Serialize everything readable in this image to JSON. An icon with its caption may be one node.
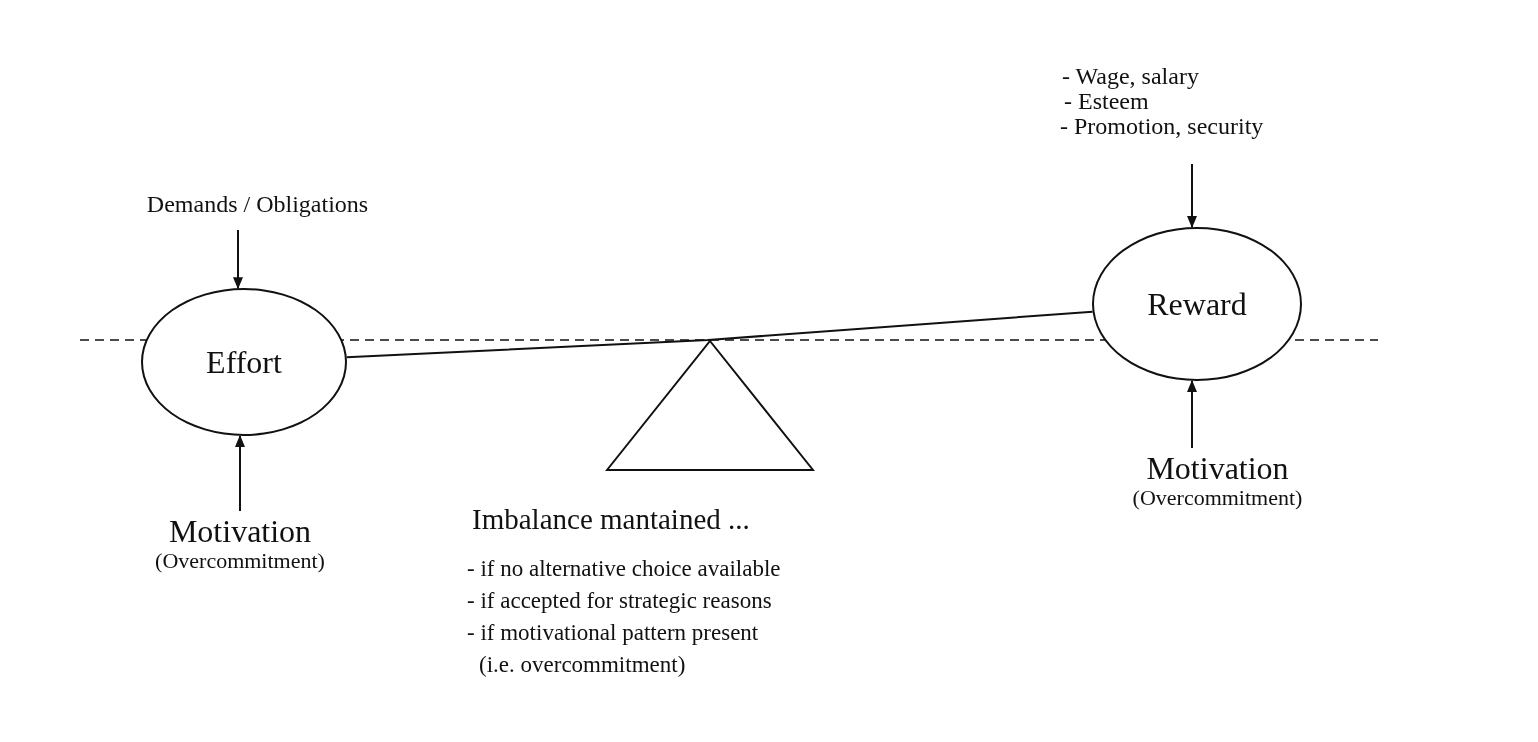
{
  "diagram": {
    "nodes": [
      {
        "text": [
          "Demands / Obligations"
        ]
      },
      {
        "text": [
          "Effort"
        ]
      },
      {
        "text": [
          "Motivation",
          "(Overcommitment)"
        ]
      },
      {
        "text": [
          "- Wage, salary",
          "- Esteem",
          "- Promotion, security"
        ]
      },
      {
        "text": [
          "Reward"
        ]
      },
      {
        "text": [
          "Motivation",
          "(Overcommitment)"
        ]
      },
      {
        "text": [],
        "shape": "triangle"
      }
    ],
    "edges": [
      {
        "from": 0,
        "to": 1,
        "arrow": "to"
      },
      {
        "from": 2,
        "to": 1,
        "arrow": "to"
      },
      {
        "from": 3,
        "to": 4,
        "arrow": "to"
      },
      {
        "from": 5,
        "to": 4,
        "arrow": "to"
      },
      {
        "from": 1,
        "to": 4,
        "arrow": "none"
      }
    ],
    "labels": [
      "Imbalance mantained ...",
      "- if no alternative choice available",
      "- if accepted for strategic reasons",
      "- if motivational pattern present",
      "(i.e. overcommitment)"
    ]
  }
}
